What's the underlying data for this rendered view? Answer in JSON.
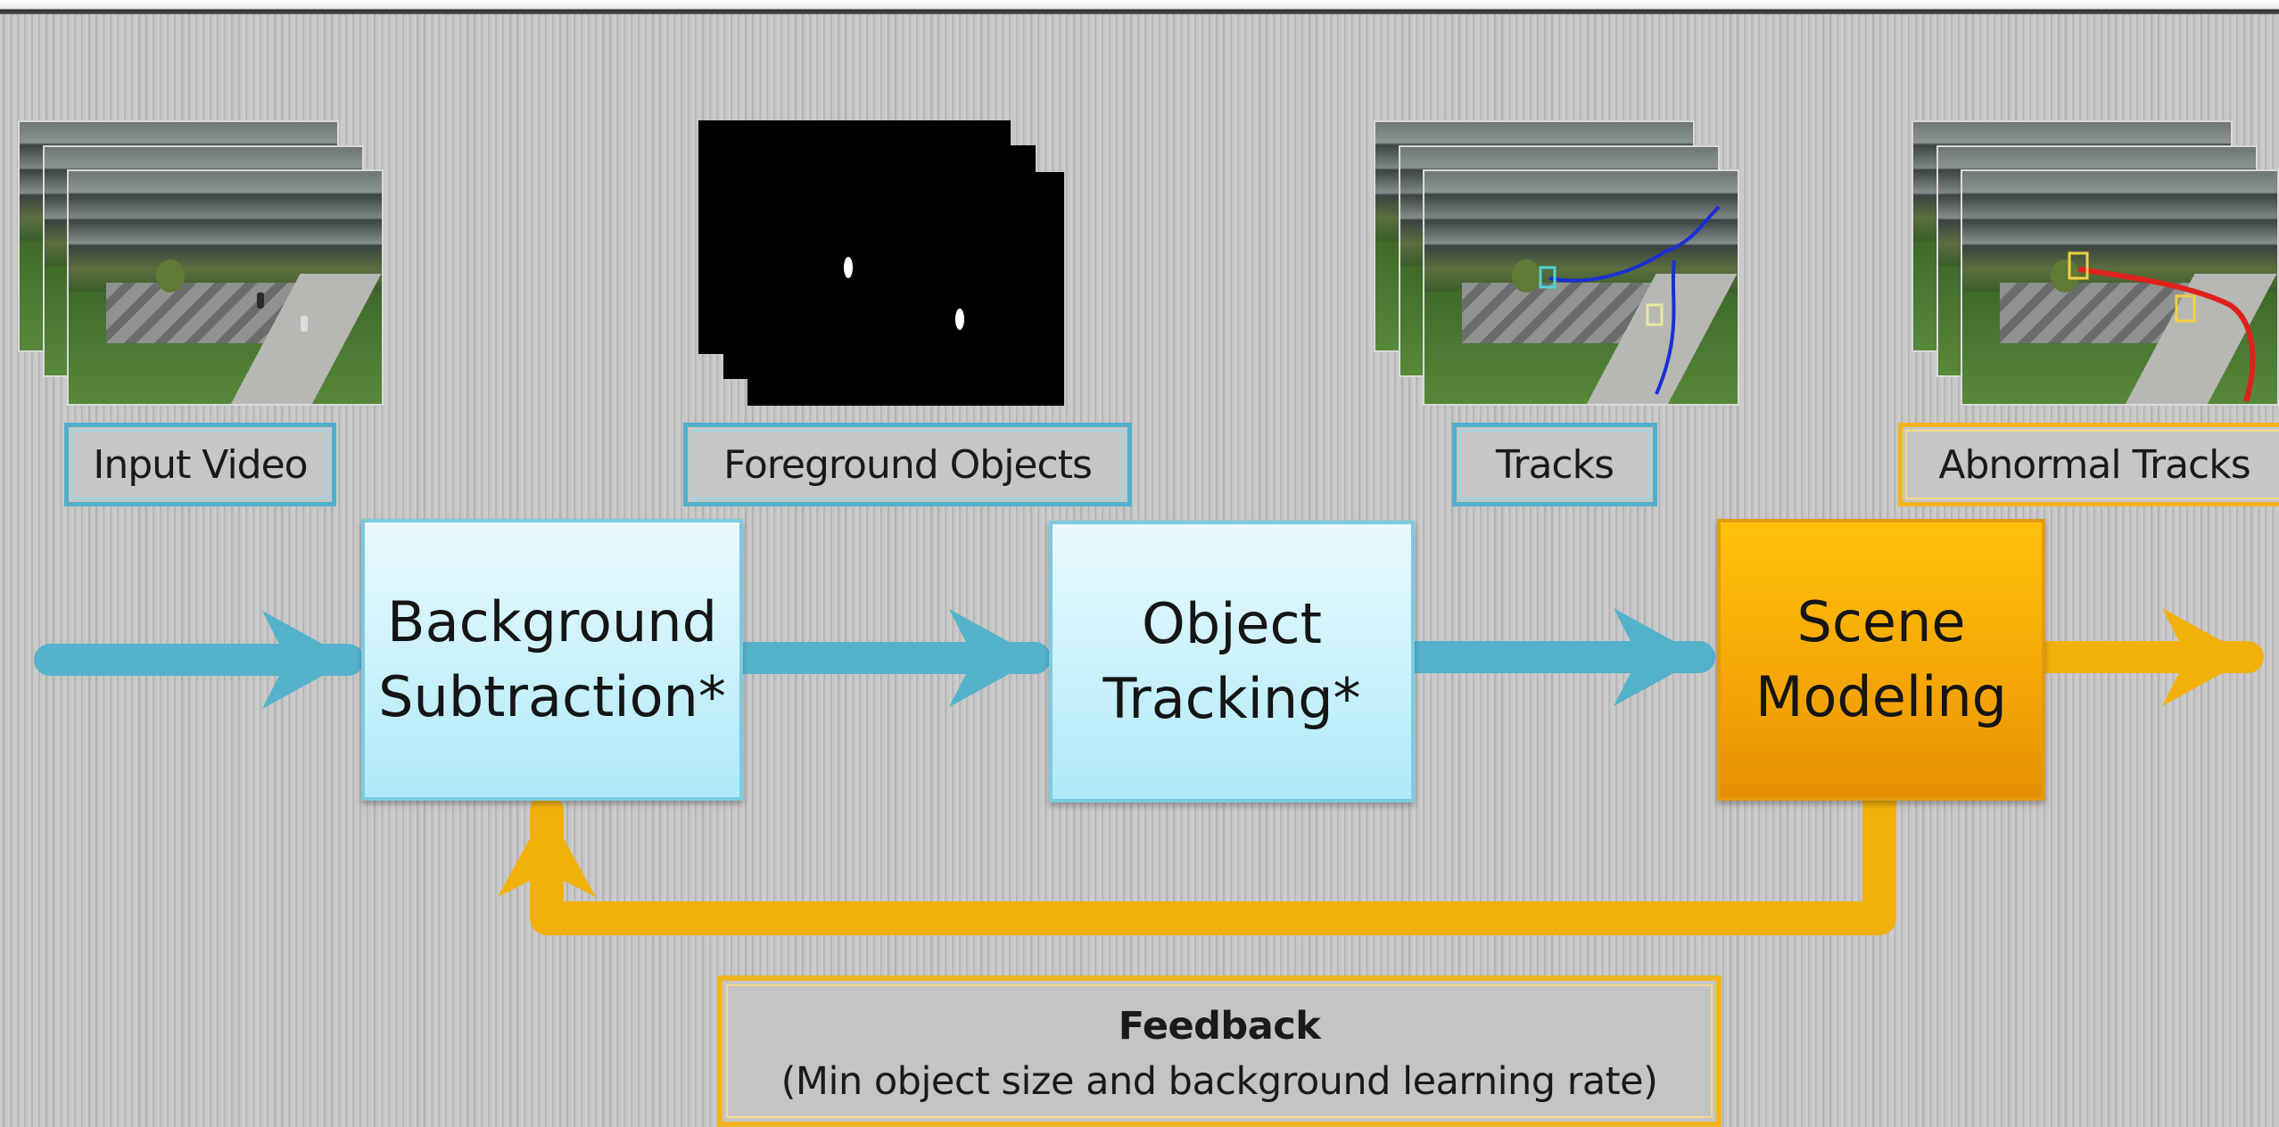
{
  "colors": {
    "blue_accent": "#55b2cb",
    "gold_accent": "#f2b00b",
    "track_blue": "#1b2fd6",
    "track_red": "#e0201a"
  },
  "images": {
    "input_video": "surveillance-frames-icon",
    "foreground_objects": "binary-mask-frames-icon",
    "tracks": "tracked-frames-icon",
    "abnormal_tracks": "abnormal-tracked-frames-icon"
  },
  "labels": {
    "input_video": "Input Video",
    "foreground_objects": "Foreground  Objects",
    "tracks": "Tracks",
    "abnormal_tracks": "Abnormal Tracks"
  },
  "stages": {
    "background_subtraction": [
      "Background",
      "Subtraction*"
    ],
    "object_tracking": [
      "Object",
      "Tracking*"
    ],
    "scene_modeling": [
      "Scene",
      "Modeling"
    ]
  },
  "feedback": {
    "title": "Feedback",
    "detail": "(Min object size and background learning rate)"
  }
}
